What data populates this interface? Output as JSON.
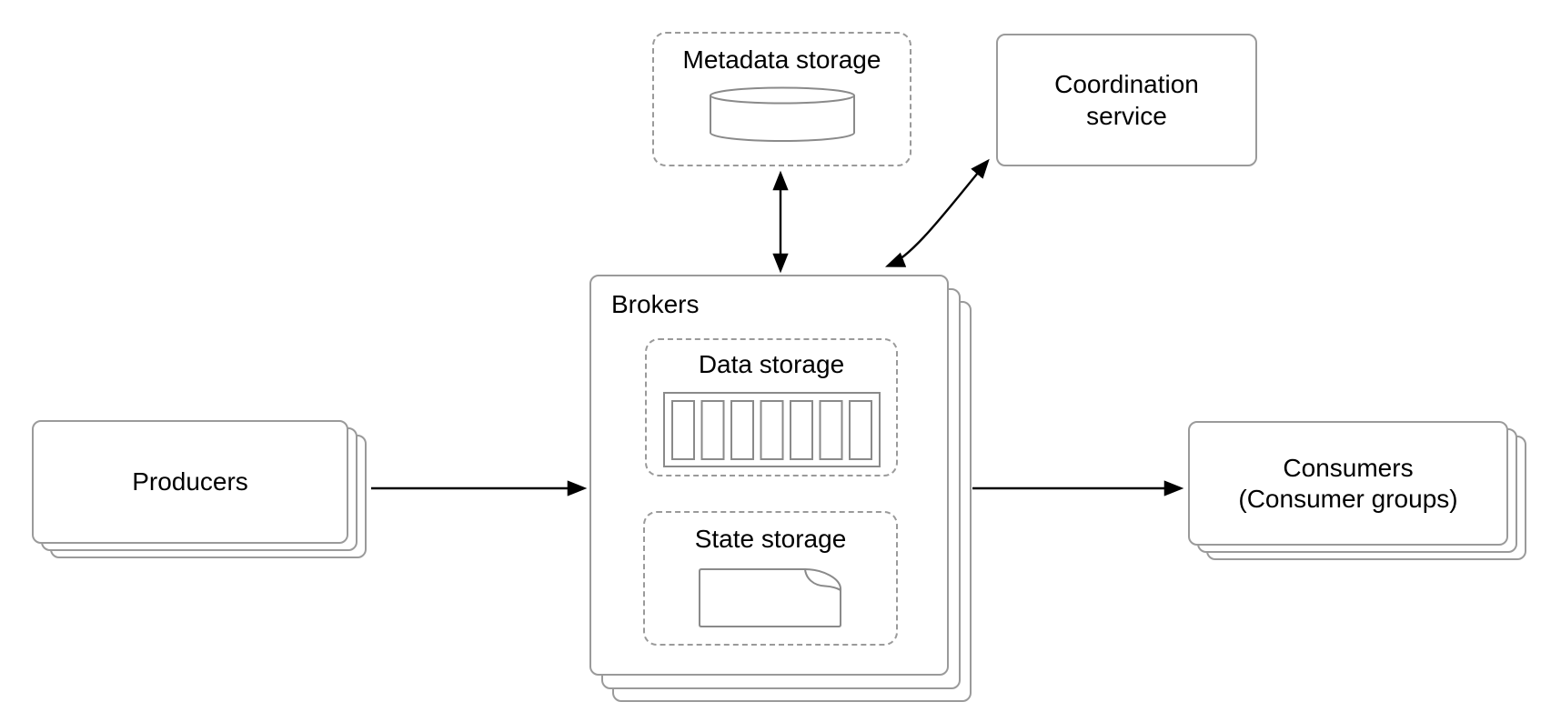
{
  "diagram": {
    "type": "architecture-diagram",
    "nodes": {
      "metadata_storage": {
        "label": "Metadata storage",
        "style": "dashed",
        "icon": "database-cylinder-icon"
      },
      "coordination_service": {
        "label": "Coordination service",
        "style": "solid"
      },
      "brokers": {
        "label": "Brokers",
        "style": "stacked"
      },
      "data_storage": {
        "label": "Data storage",
        "style": "dashed",
        "parent": "brokers",
        "icon": "partition-bars-icon",
        "partition_segments": 7
      },
      "state_storage": {
        "label": "State storage",
        "style": "dashed",
        "parent": "brokers",
        "icon": "document-icon"
      },
      "producers": {
        "label": "Producers",
        "style": "stacked"
      },
      "consumers": {
        "label": "Consumers",
        "sublabel": "(Consumer groups)",
        "style": "stacked"
      }
    },
    "edges": [
      {
        "id": "producers-to-brokers",
        "from": "producers",
        "to": "brokers",
        "direction": "one-way"
      },
      {
        "id": "brokers-to-consumers",
        "from": "brokers",
        "to": "consumers",
        "direction": "one-way"
      },
      {
        "id": "brokers-metadata-storage",
        "from": "brokers",
        "to": "metadata_storage",
        "direction": "two-way"
      },
      {
        "id": "brokers-coordination-service",
        "from": "brokers",
        "to": "coordination_service",
        "direction": "two-way"
      }
    ],
    "colors": {
      "border": "#9a9a9a",
      "icon_stroke": "#8a8a8a",
      "arrow": "#000000",
      "text": "#000000",
      "background": "#ffffff"
    }
  }
}
